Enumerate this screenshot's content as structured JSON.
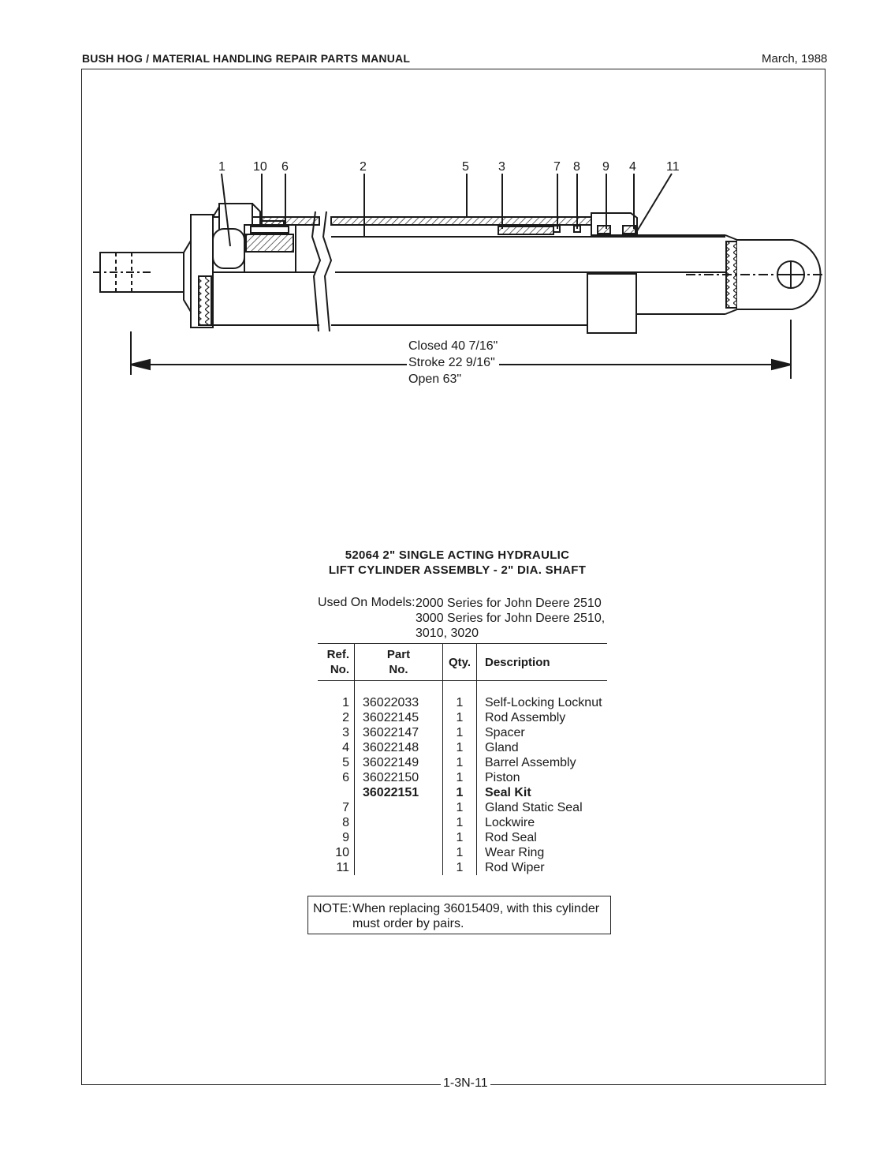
{
  "header": {
    "manual_title": "BUSH HOG / MATERIAL HANDLING REPAIR PARTS MANUAL",
    "date": "March, 1988"
  },
  "diagram": {
    "callouts": [
      "1",
      "10",
      "6",
      "2",
      "5",
      "3",
      "7",
      "8",
      "9",
      "4",
      "11"
    ],
    "dimensions": {
      "closed": "Closed 40 7/16\"",
      "stroke": "Stroke 22 9/16\"",
      "open": "Open 63\""
    }
  },
  "assembly": {
    "title_line1": "52064 2\" SINGLE ACTING HYDRAULIC",
    "title_line2": "LIFT CYLINDER ASSEMBLY - 2\" DIA. SHAFT",
    "used_on_label": "Used On Models:",
    "used_on_models": [
      "2000 Series for John Deere 2510",
      "3000 Series for John Deere 2510,",
      "3010, 3020"
    ]
  },
  "parts_table": {
    "headers": {
      "ref": [
        "Ref.",
        "No."
      ],
      "part": [
        "Part",
        "No."
      ],
      "qty": "Qty.",
      "description": "Description"
    },
    "rows": [
      {
        "ref": "1",
        "part": "36022033",
        "qty": "1",
        "description": "Self-Locking Locknut"
      },
      {
        "ref": "2",
        "part": "36022145",
        "qty": "1",
        "description": "Rod Assembly"
      },
      {
        "ref": "3",
        "part": "36022147",
        "qty": "1",
        "description": "Spacer"
      },
      {
        "ref": "4",
        "part": "36022148",
        "qty": "1",
        "description": "Gland"
      },
      {
        "ref": "5",
        "part": "36022149",
        "qty": "1",
        "description": "Barrel Assembly"
      },
      {
        "ref": "6",
        "part": "36022150",
        "qty": "1",
        "description": "Piston"
      },
      {
        "ref": "",
        "part": "36022151",
        "qty": "1",
        "description": "Seal Kit",
        "bold": true
      },
      {
        "ref": "7",
        "part": "",
        "qty": "1",
        "description": "Gland Static Seal"
      },
      {
        "ref": "8",
        "part": "",
        "qty": "1",
        "description": "Lockwire"
      },
      {
        "ref": "9",
        "part": "",
        "qty": "1",
        "description": "Rod Seal"
      },
      {
        "ref": "10",
        "part": "",
        "qty": "1",
        "description": "Wear Ring"
      },
      {
        "ref": "11",
        "part": "",
        "qty": "1",
        "description": "Rod Wiper"
      }
    ]
  },
  "note": {
    "label": "NOTE:",
    "text": "When replacing 36015409, with this cylinder must order by pairs."
  },
  "footer": {
    "page_number": "1-3N-11"
  }
}
